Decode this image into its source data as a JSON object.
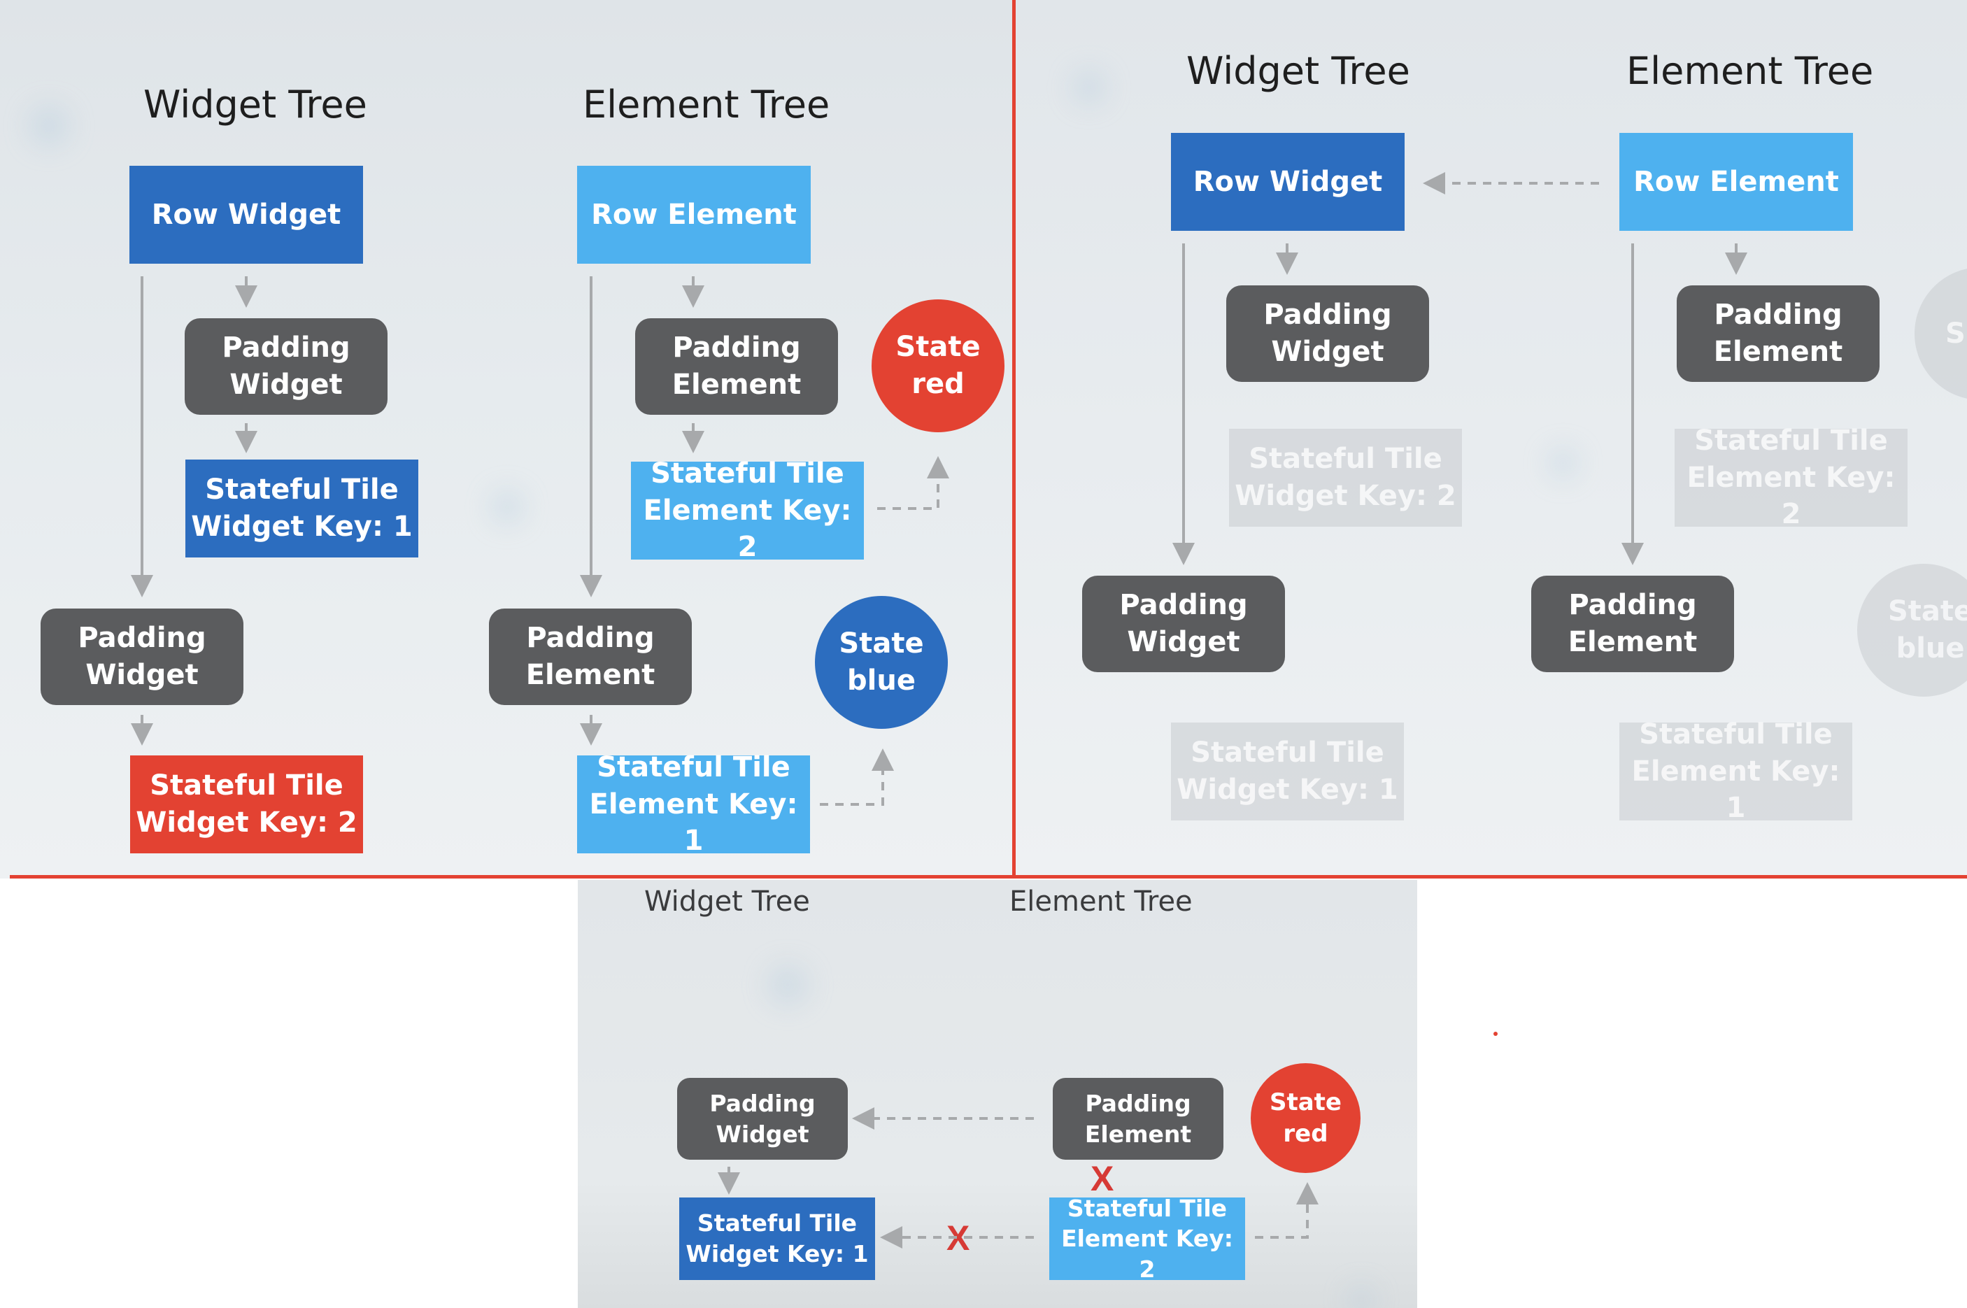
{
  "labels": {
    "widget_tree": "Widget Tree",
    "element_tree": "Element Tree",
    "row_widget": "Row Widget",
    "row_element": "Row Element",
    "padding_widget": "Padding\nWidget",
    "padding_element": "Padding\nElement",
    "stateful_widget_key1": "Stateful Tile\nWidget Key: 1",
    "stateful_widget_key2": "Stateful Tile\nWidget Key: 2",
    "stateful_element_key1": "Stateful Tile\nElement Key: 1",
    "stateful_element_key2": "Stateful Tile\nElement Key: 2",
    "state_red": "State\nred",
    "state_blue": "State\nblue",
    "state_partial": "S",
    "state_blue_partial": "State\nblue",
    "x_mark": "X"
  },
  "colors": {
    "widget_blue": "#2c6dbf",
    "element_blue": "#4eb1ef",
    "padding_gray": "#5b5c5e",
    "state_red": "#e34232",
    "state_blue": "#2c6dbf",
    "divider_red": "#e34232",
    "arrow_gray": "#a7a9ab",
    "x_mark_red": "#d63a35"
  }
}
